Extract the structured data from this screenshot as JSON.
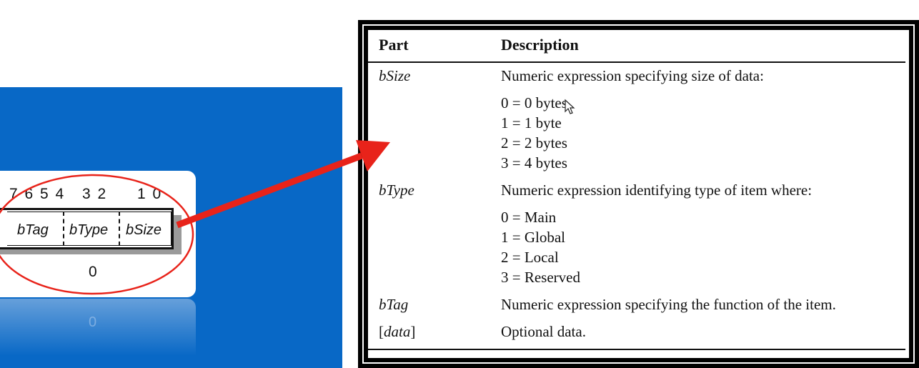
{
  "diagram": {
    "bit_labels": [
      "7 6 5 4",
      "3 2",
      "1 0"
    ],
    "fields": [
      "bTag",
      "bType",
      "bSize"
    ],
    "byte_index": "0",
    "reflection_index": "0"
  },
  "table": {
    "headers": {
      "part": "Part",
      "description": "Description"
    },
    "rows": [
      {
        "part": "bSize",
        "description": "Numeric expression specifying size of data:",
        "options": [
          "0 = 0 bytes",
          "1 = 1 byte",
          "2 = 2 bytes",
          "3 = 4 bytes"
        ]
      },
      {
        "part": "bType",
        "description": "Numeric expression identifying type of item where:",
        "options": [
          "0 = Main",
          "1 = Global",
          "2 = Local",
          "3 = Reserved"
        ]
      },
      {
        "part": "bTag",
        "description": "Numeric expression specifying the function of the item.",
        "options": []
      },
      {
        "part_prefix": "[",
        "part_italic": "data",
        "part_suffix": "]",
        "description": "Optional data.",
        "options": []
      }
    ]
  },
  "colors": {
    "slide_blue": "#0868c6",
    "highlight_red": "#e8231a"
  }
}
